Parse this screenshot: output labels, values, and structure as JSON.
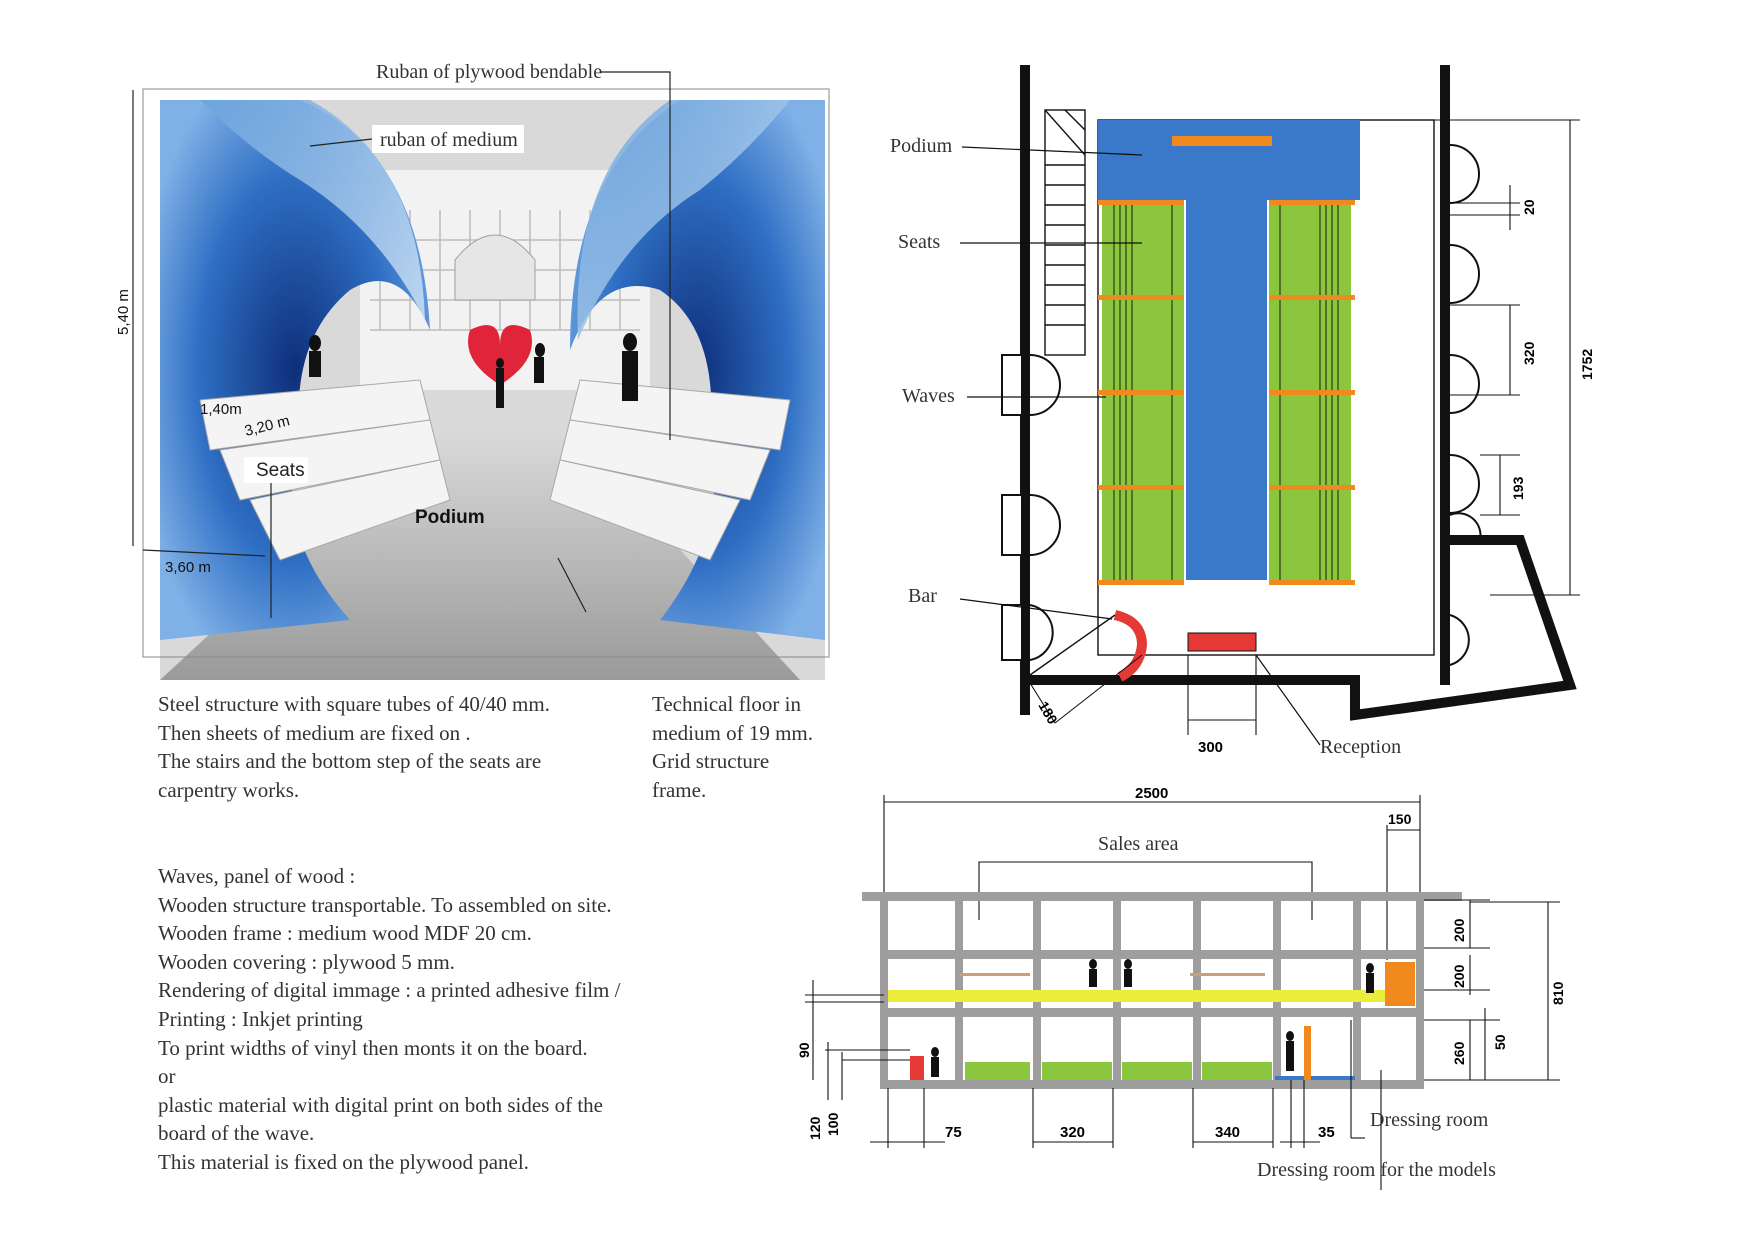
{
  "photo": {
    "label_ruban_plywood": "Ruban of plywood bendable",
    "label_ruban_medium": "ruban of medium",
    "label_height": "5,40 m",
    "label_140": "1,40m",
    "label_320": "3,20 m",
    "label_seats": "Seats",
    "label_podium": "Podium",
    "label_360": "3,60 m"
  },
  "notes": {
    "steel": [
      "Steel structure with square tubes of 40/40 mm.",
      "Then sheets of medium are fixed on .",
      "The stairs and the bottom step of the seats are",
      "carpentry works."
    ],
    "floor": [
      "Technical floor in",
      "medium of 19 mm.",
      "Grid structure",
      "frame."
    ],
    "waves": [
      "Waves, panel of wood :",
      "Wooden structure transportable. To assembled on site.",
      "Wooden frame : medium wood MDF 20 cm.",
      "Wooden covering : plywood 5 mm.",
      "Rendering of digital immage : a printed adhesive film /",
      "Printing : Inkjet printing",
      "To print widths of vinyl then monts it on the board.",
      "or",
      "plastic material with digital print on both sides of the",
      "board of the wave.",
      "This material is fixed on the plywood panel."
    ]
  },
  "plan": {
    "label_podium": "Podium",
    "label_seats": "Seats",
    "label_waves": "Waves",
    "label_bar": "Bar",
    "label_reception": "Reception",
    "dim_20": "20",
    "dim_320": "320",
    "dim_1752": "1752",
    "dim_193": "193",
    "dim_180": "180",
    "dim_300": "300"
  },
  "section": {
    "dim_2500": "2500",
    "dim_150": "150",
    "label_sales": "Sales area",
    "dim_200a": "200",
    "dim_200b": "200",
    "dim_810": "810",
    "dim_260": "260",
    "dim_50": "50",
    "dim_90": "90",
    "dim_120": "120",
    "dim_100": "100",
    "dim_75": "75",
    "dim_320": "320",
    "dim_340": "340",
    "dim_35": "35",
    "label_dressing": "Dressing room",
    "label_dressing_models": "Dressing room for the models"
  },
  "colors": {
    "wave_blue": "#2f6fc4",
    "podium_blue": "#3a78c9",
    "seat_green": "#8cc63f",
    "orange": "#f08a1e",
    "red": "#e53935",
    "yellow": "#ecec3a"
  }
}
